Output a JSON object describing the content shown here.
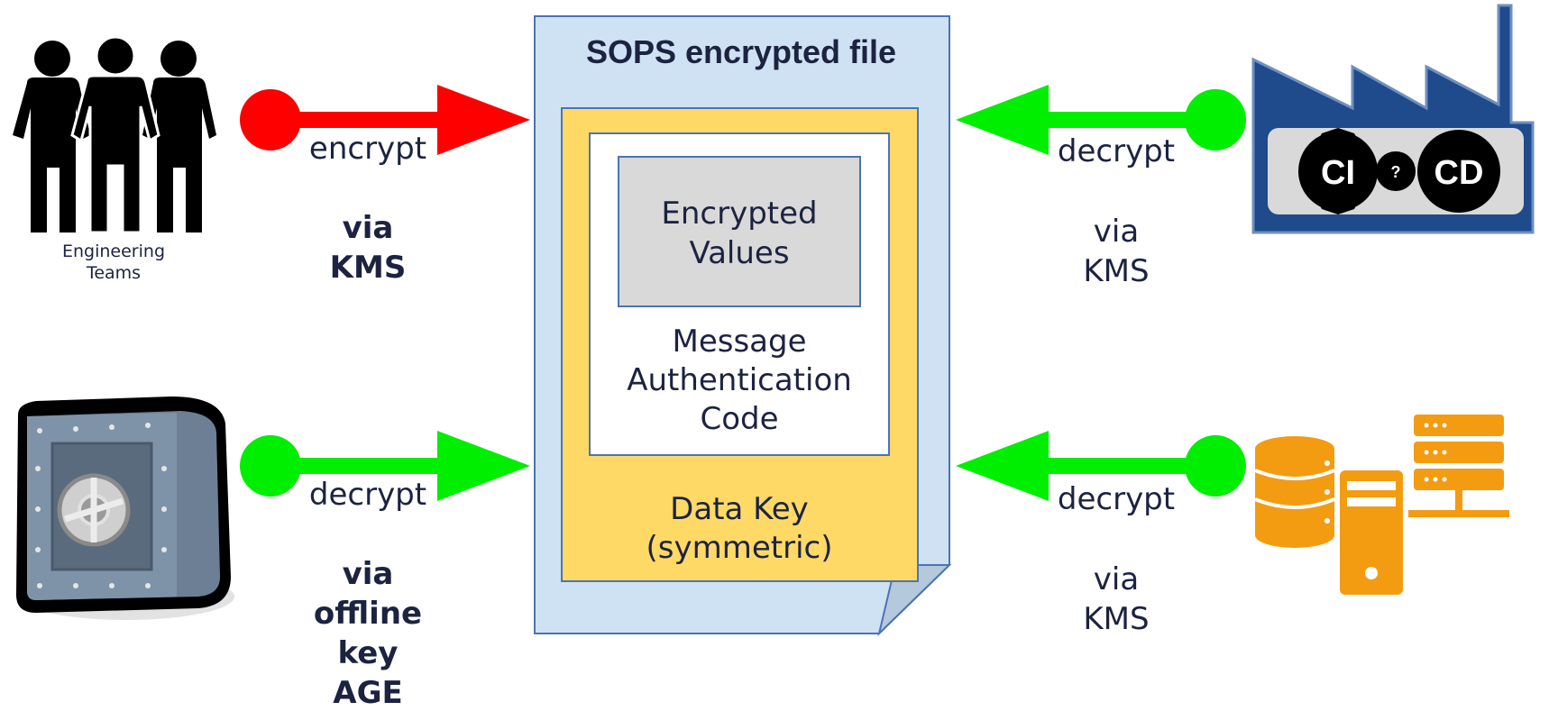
{
  "file": {
    "title": "SOPS encrypted file",
    "encrypted_values": [
      "Encrypted",
      "Values"
    ],
    "mac": [
      "Message",
      "Authentication",
      "Code"
    ],
    "data_key": [
      "Data Key",
      "(symmetric)"
    ]
  },
  "actors": {
    "engineering": {
      "caption": [
        "Engineering",
        "Teams"
      ],
      "action": "encrypt",
      "via": [
        "via",
        "KMS"
      ],
      "arrow_color": "#ff0000"
    },
    "safe": {
      "action": "decrypt",
      "via": [
        "via",
        "offline",
        "key",
        "AGE"
      ],
      "arrow_color": "#00ee00"
    },
    "cicd": {
      "badge_left": "CI",
      "badge_mid": "?",
      "badge_right": "CD",
      "action": "decrypt",
      "via": [
        "via",
        "KMS"
      ],
      "arrow_color": "#00ee00"
    },
    "servers": {
      "action": "decrypt",
      "via": [
        "via",
        "KMS"
      ],
      "arrow_color": "#00ee00"
    }
  },
  "colors": {
    "file_bg": "#cfe2f3",
    "data_key_bg": "#ffd966",
    "encrypted_bg": "#d9d9d9",
    "text": "#1c2340",
    "factory_blue": "#1f4a8c",
    "server_orange": "#f39c12"
  },
  "icons": {
    "engineering": "people-group-icon",
    "safe": "vault-safe-icon",
    "cicd": "factory-ci-cd-icon",
    "servers": "database-servers-icon"
  }
}
